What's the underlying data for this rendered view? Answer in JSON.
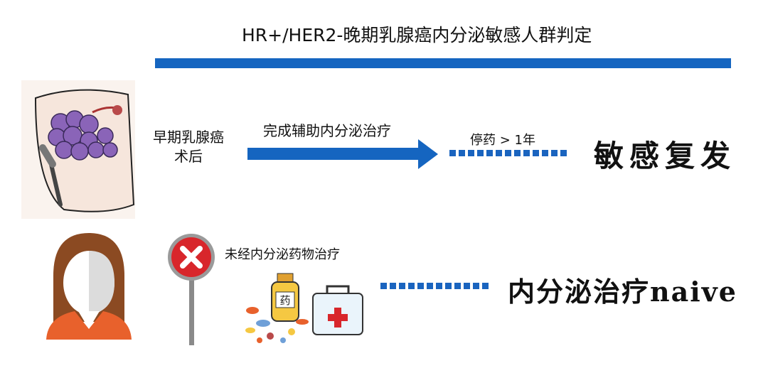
{
  "title": "HR+/HER2-晚期乳腺癌内分泌敏感人群判定",
  "row1": {
    "start_label": "早期乳腺癌术后",
    "arrow_label": "完成辅助内分泌治疗",
    "stop_label": "停药 > 1年",
    "outcome": "敏感复发"
  },
  "row2": {
    "condition_label": "未经内分泌药物治疗",
    "bottle_label": "药",
    "outcome": "内分泌治疗naive"
  },
  "colors": {
    "accent_blue": "#1565c0",
    "stop_red": "#d8262b",
    "skin_orange": "#e8612c",
    "hair_brown": "#8b4a22"
  }
}
